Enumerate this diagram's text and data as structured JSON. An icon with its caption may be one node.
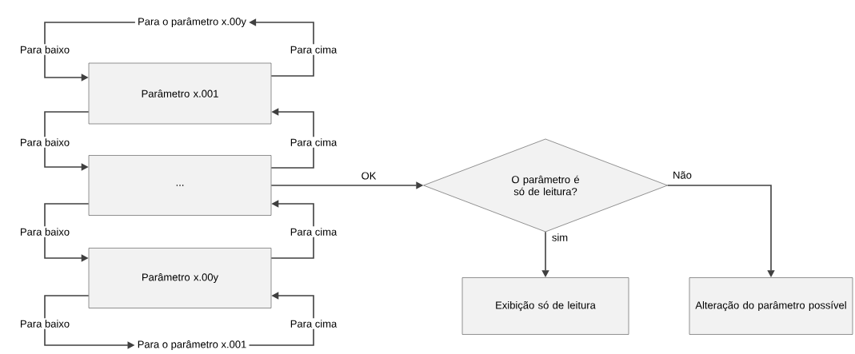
{
  "diagram": {
    "nodes": [
      {
        "text": [
          "Para o parâmetro x.00y"
        ]
      },
      {
        "text": [
          "Parâmetro x.001"
        ]
      },
      {
        "text": [
          "..."
        ]
      },
      {
        "text": [
          "Parâmetro x.00y"
        ]
      },
      {
        "text": [
          "Para o parâmetro x.001"
        ]
      },
      {
        "text": [
          "O parâmetro é só de leitura?"
        ]
      },
      {
        "text": [
          "Exibição só de leitura"
        ]
      },
      {
        "text": [
          "Alteração do parâmetro possível"
        ]
      }
    ],
    "edges": [
      {
        "from": 0,
        "to": 1,
        "arrow": "to",
        "label": "Para baixo"
      },
      {
        "from": 1,
        "to": 0,
        "arrow": "to",
        "label": "Para cima"
      },
      {
        "from": 1,
        "to": 2,
        "arrow": "to",
        "label": "Para baixo"
      },
      {
        "from": 2,
        "to": 1,
        "arrow": "to",
        "label": "Para cima"
      },
      {
        "from": 2,
        "to": 3,
        "arrow": "to",
        "label": "Para baixo"
      },
      {
        "from": 3,
        "to": 2,
        "arrow": "to",
        "label": "Para cima"
      },
      {
        "from": 3,
        "to": 4,
        "arrow": "to",
        "label": "Para baixo"
      },
      {
        "from": 4,
        "to": 3,
        "arrow": "to",
        "label": "Para cima"
      },
      {
        "from": 2,
        "to": 5,
        "arrow": "to",
        "label": "OK"
      },
      {
        "from": 5,
        "to": 6,
        "arrow": "to",
        "label": "sim"
      },
      {
        "from": 5,
        "to": 7,
        "arrow": "to",
        "label": "Não"
      }
    ]
  }
}
